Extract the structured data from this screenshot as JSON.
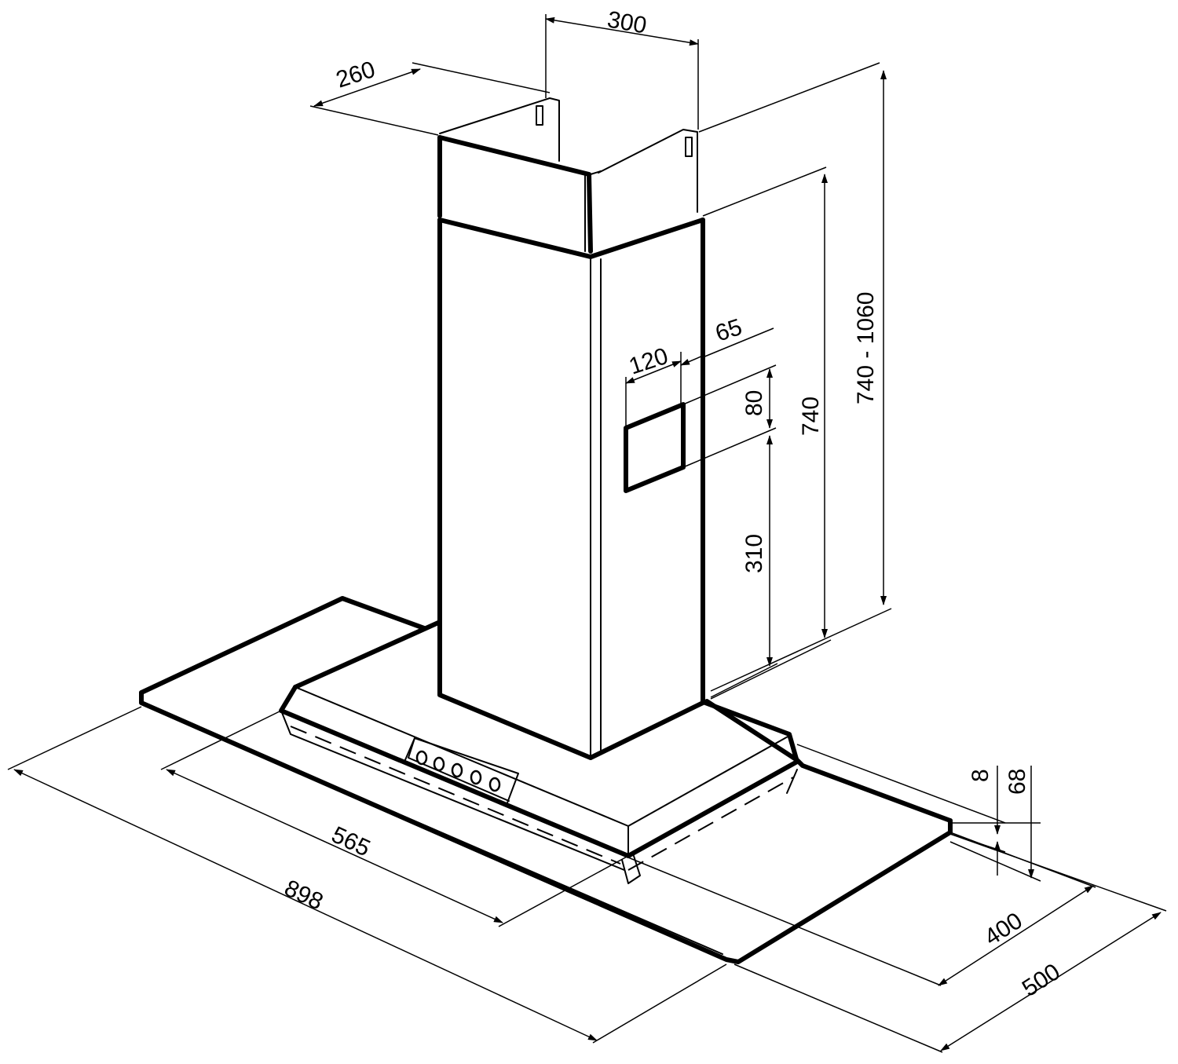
{
  "dimensions": {
    "chimney_width": "300",
    "chimney_depth": "260",
    "total_height_range": "740 - 1060",
    "lower_chimney_height": "740",
    "outlet_offset": "65",
    "outlet_width": "120",
    "outlet_height": "80",
    "outlet_elevation": "310",
    "glass_thickness": "8",
    "canopy_height": "68",
    "canopy_width": "565",
    "overall_width": "898",
    "canopy_depth": "400",
    "overall_depth": "500"
  }
}
